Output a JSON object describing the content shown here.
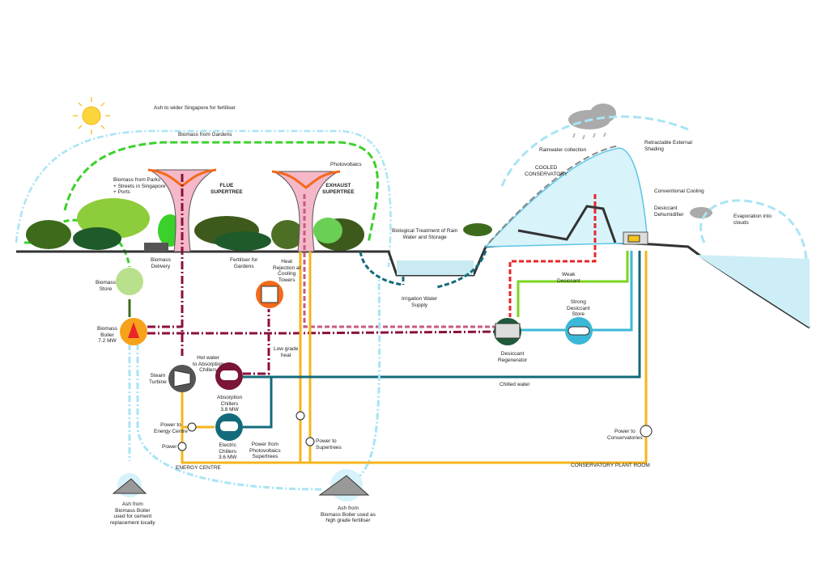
{
  "labels": {
    "ash_fertiliser_loop": "Ash to wider Singapore for fertiliser",
    "biomass_from_gardens": "Biomass from Gardens",
    "biomass_from_parks": "Biomass from Parks\n+ Streets in Singapore\n+ Ports",
    "flue_supertree": "FLUE\nSUPERTREE",
    "exhaust_supertree": "EXHAUST\nSUPERTREE",
    "photovoltaics": "Photovoltaics",
    "biomass_delivery": "Biomass\nDelivery",
    "fertiliser_for_gardens": "Fertiliser for\nGardens",
    "heat_rejection": "Heat\nRejection at\nCooling\nTowers",
    "biological_treatment": "Biological Treatment of Rain\nWater and Storage",
    "irrigation_water_supply": "Irrigation Water\nSupply",
    "rainwater_collection": "Rainwater collection",
    "cooled_conservatory": "COOLED\nCONSERVATORY",
    "retractable_shading": "Retractable External\nShading",
    "conventional_cooling": "Conventional Cooling",
    "desiccant_dehumidifier": "Desiccant\nDehumidifier",
    "evaporation_into_clouds": "Evaporation into\nclouds",
    "biomass_store": "Biomass\nStore",
    "biomass_boiler": "Biomass\nBoiler\n7.2 MW",
    "hot_water_to_absorption": "Hot water\nto Absorption\nChillers",
    "steam_turbine": "Steam\nTurbine",
    "absorption_chillers": "Absorption\nChillers\n3.8 MW",
    "low_grade_heat": "Low grade\nheat",
    "power_to_energy_centre": "Power to\nEnergy Centre",
    "power": "Power",
    "electric_chillers": "Electric\nChillers\n3.6 MW",
    "power_from_pv": "Power from\nPhotovoltaics\nSupertrees",
    "power_to_supertrees": "Power to\nSupertrees",
    "energy_centre": "ENERGY CENTRE",
    "weak_desiccant": "Weak\nDesiccant",
    "strong_desiccant_store": "Strong\nDesiccant\nStore",
    "desiccant_regenerator": "Desiccant\nRegenerator",
    "chilled_water": "Chilled water",
    "power_to_conservatories": "Power to\nConservatories",
    "conservatory_plant_room": "CONSERVATORY PLANT ROOM",
    "ash_cement": "Ash from\nBiomass Boiler\nused for cement\nreplacement locally",
    "ash_fertiliser": "Ash from\nBiomass Boiler used as\nhigh grade fertiliser"
  },
  "colors": {
    "biomass_green": "#3ad12a",
    "ash_blue": "#a8e4f5",
    "heat_maroon": "#8a1040",
    "power_yellow": "#f5b51c",
    "chilled_teal": "#136b7a",
    "desiccant_red": "#e8262a",
    "weak_desiccant_green": "#7ad61e",
    "strong_desiccant_blue": "#3bb8d8",
    "boiler_orange": "#f6a21a",
    "tower_orange": "#f26a1b"
  }
}
